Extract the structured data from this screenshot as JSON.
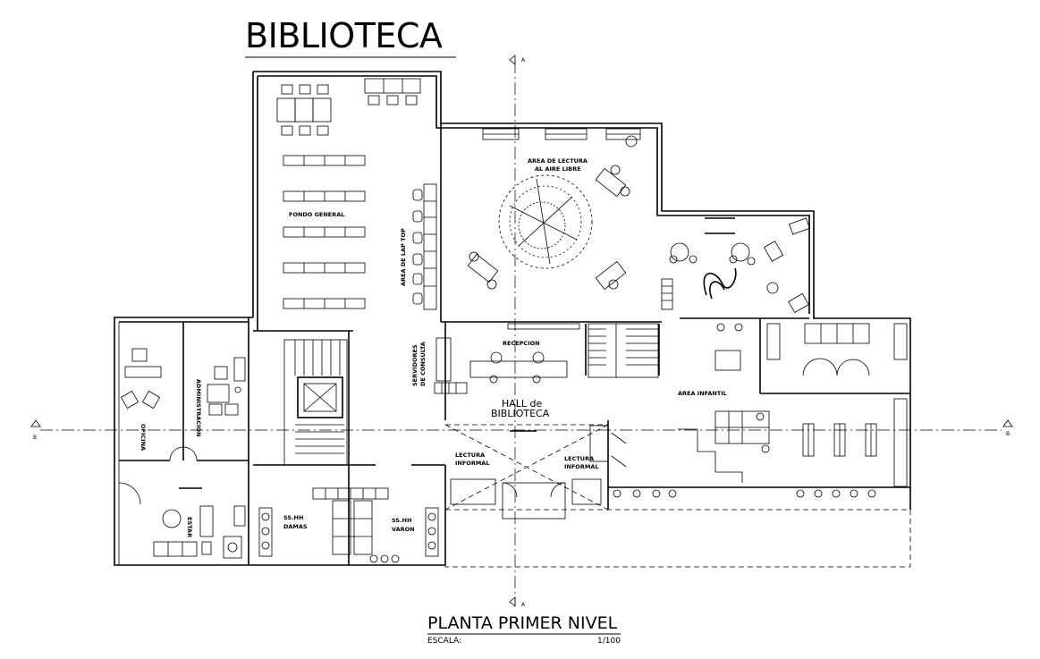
{
  "title": "BIBLIOTECA",
  "plan_title": "PLANTA PRIMER NIVEL",
  "scale_label": "ESCALA:",
  "scale_value": "1/100",
  "axis_labels": {
    "a_top": "A",
    "a_bottom": "A",
    "b_left": "B",
    "b_right": "B"
  },
  "rooms": {
    "fondo_general": "FONDO GENERAL",
    "area_laptop": "AREA DE LAP TOP",
    "lectura_aire_1": "AREA DE LECTURA",
    "lectura_aire_2": "AL AIRE LIBRE",
    "servidores_1": "SERVIDORES",
    "servidores_2": "DE CONSULTA",
    "recepcion": "RECEPCION",
    "hall_1": "HALL de",
    "hall_2": "BIBLIOTECA",
    "area_infantil": "AREA INFANTIL",
    "lectura_inf_l1": "LECTURA",
    "lectura_inf_l2": "INFORMAL",
    "lectura_inf_r1": "LECTURA",
    "lectura_inf_r2": "INFORMAL",
    "sshh_damas_1": "SS.HH",
    "sshh_damas_2": "DAMAS",
    "sshh_varon_1": "SS.HH",
    "sshh_varon_2": "VARON",
    "oficina": "OFICINA",
    "administracion": "ADMINISTRACION",
    "estar": "ESTAR"
  }
}
